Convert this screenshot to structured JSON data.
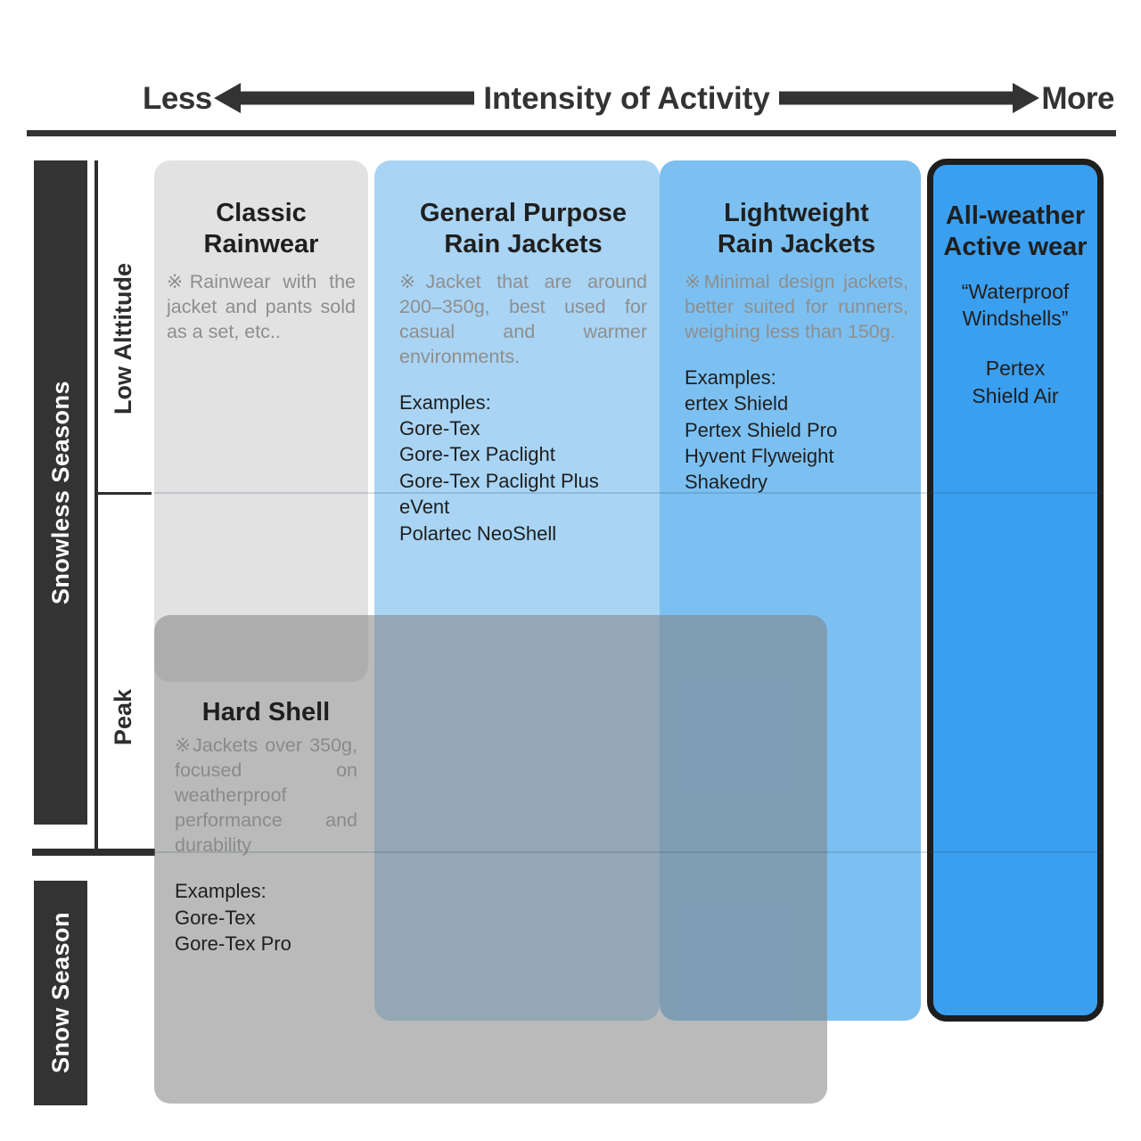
{
  "header": {
    "left_label": "Less",
    "title": "Intensity of Activity",
    "right_label": "More",
    "left_arrow_icon": "arrow-left-icon",
    "right_arrow_icon": "arrow-right-icon"
  },
  "axes": {
    "season_groups": [
      {
        "label": "Snowless Seasons"
      },
      {
        "label": "Snow Season"
      }
    ],
    "altitude_levels": [
      {
        "label": "Low Alttitude"
      },
      {
        "label": "Peak"
      }
    ]
  },
  "columns": [
    {
      "id": "classic-rainwear",
      "title": "Classic\nRainwear",
      "title_lines": [
        "Classic",
        "Rainwear"
      ],
      "note": "※Rainwear with the jacket and pants sold as a set, etc..",
      "color": "#e2e2e2",
      "examples_label": "",
      "examples": []
    },
    {
      "id": "general-purpose-rain-jackets",
      "title_lines": [
        "General Purpose",
        "Rain Jackets"
      ],
      "note": "※Jacket that are around 200–350g, best used for casual and warmer environments.",
      "color": "#a9d4f4",
      "examples_label": "Examples:",
      "examples": [
        "Gore-Tex",
        "Gore-Tex Paclight",
        "Gore-Tex Paclight Plus",
        "eVent",
        "Polartec NeoShell"
      ]
    },
    {
      "id": "lightweight-rain-jackets",
      "title_lines": [
        "Lightweight",
        "Rain Jackets"
      ],
      "note": "※Minimal design jackets, better suited for runners, weighing less than 150g.",
      "color": "#7cc0f2",
      "examples_label": "Examples:",
      "examples": [
        "ertex Shield",
        "Pertex Shield Pro",
        "Hyvent Flyweight",
        "Shakedry"
      ]
    },
    {
      "id": "all-weather-active-wear",
      "title_lines": [
        "All-weather",
        "Active wear"
      ],
      "subtitle_lines": [
        "“Waterproof",
        "Windshells”"
      ],
      "brand_lines": [
        "Pertex",
        "Shield Air"
      ],
      "color": "#3b9ff0",
      "border_color": "#1e1e1e",
      "examples_label": "",
      "examples": []
    }
  ],
  "overlay_block": {
    "id": "hard-shell",
    "title": "Hard Shell",
    "note": "※Jackets over 350g, focused on weatherproof performance and durability",
    "examples_label": "Examples:",
    "examples": [
      "Gore-Tex",
      "Gore-Tex Pro"
    ],
    "color": "rgba(130,130,130,0.55)"
  }
}
